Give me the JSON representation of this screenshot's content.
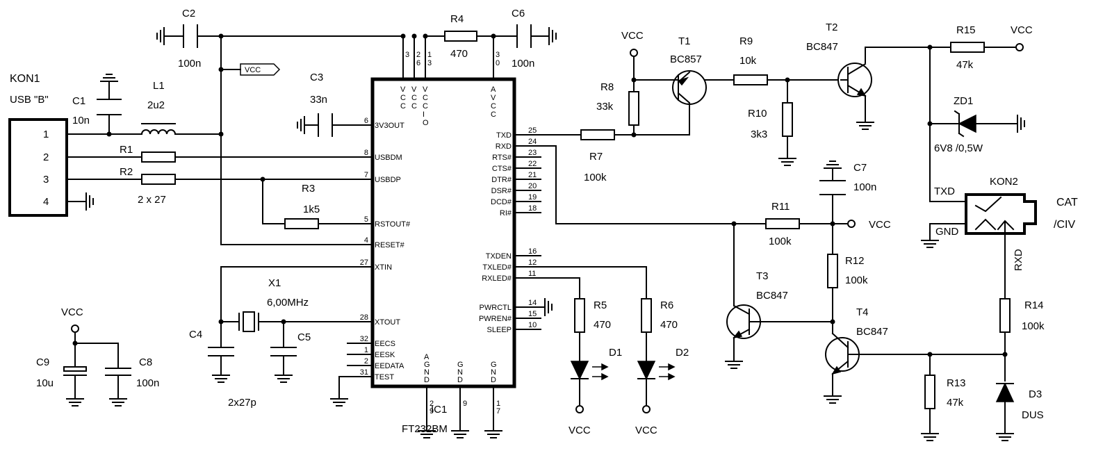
{
  "title": "",
  "connectors": {
    "kon1": {
      "name": "KON1",
      "type": "USB \"B\"",
      "pins": [
        "1",
        "2",
        "3",
        "4"
      ]
    },
    "kon2": {
      "name": "KON2",
      "label": "CAT",
      "label2": "/CIV",
      "txd": "TXD",
      "gnd": "GND",
      "rxd": "RXD"
    }
  },
  "supply": {
    "vcc": "VCC"
  },
  "ic": {
    "ref": "IC1",
    "part": "FT232BM",
    "top_pins": [
      {
        "num": "3",
        "name": "VCC"
      },
      {
        "num": "26",
        "name": "VCC"
      },
      {
        "num": "13",
        "name": "VCCIO"
      },
      {
        "num": "30",
        "name": "AVCC"
      }
    ],
    "left_pins": [
      {
        "num": "6",
        "name": "3V3OUT"
      },
      {
        "num": "8",
        "name": "USBDM"
      },
      {
        "num": "7",
        "name": "USBDP"
      },
      {
        "num": "5",
        "name": "RSTOUT#"
      },
      {
        "num": "4",
        "name": "RESET#"
      },
      {
        "num": "27",
        "name": "XTIN"
      },
      {
        "num": "28",
        "name": "XTOUT"
      },
      {
        "num": "32",
        "name": "EECS"
      },
      {
        "num": "1",
        "name": "EESK"
      },
      {
        "num": "2",
        "name": "EEDATA"
      },
      {
        "num": "31",
        "name": "TEST"
      }
    ],
    "right_pins": [
      {
        "num": "25",
        "name": "TXD"
      },
      {
        "num": "24",
        "name": "RXD"
      },
      {
        "num": "23",
        "name": "RTS#"
      },
      {
        "num": "22",
        "name": "CTS#"
      },
      {
        "num": "21",
        "name": "DTR#"
      },
      {
        "num": "20",
        "name": "DSR#"
      },
      {
        "num": "19",
        "name": "DCD#"
      },
      {
        "num": "18",
        "name": "RI#"
      },
      {
        "num": "16",
        "name": "TXDEN"
      },
      {
        "num": "12",
        "name": "TXLED#"
      },
      {
        "num": "11",
        "name": "RXLED#"
      },
      {
        "num": "14",
        "name": "PWRCTL"
      },
      {
        "num": "15",
        "name": "PWREN#"
      },
      {
        "num": "10",
        "name": "SLEEP"
      }
    ],
    "bottom_pins": [
      {
        "num": "29",
        "name": "AGND"
      },
      {
        "num": "9",
        "name": "GND"
      },
      {
        "num": "17",
        "name": "GND"
      }
    ]
  },
  "capacitors": [
    {
      "ref": "C1",
      "value": "10n"
    },
    {
      "ref": "C2",
      "value": "100n"
    },
    {
      "ref": "C3",
      "value": "33n"
    },
    {
      "ref": "C4",
      "value": ""
    },
    {
      "ref": "C5",
      "value": "2x27p"
    },
    {
      "ref": "C6",
      "value": "100n"
    },
    {
      "ref": "C7",
      "value": "100n"
    },
    {
      "ref": "C8",
      "value": "100n"
    },
    {
      "ref": "C9",
      "value": "10u"
    }
  ],
  "resistors": [
    {
      "ref": "R1",
      "value": ""
    },
    {
      "ref": "R2",
      "value": "2 x 27"
    },
    {
      "ref": "R3",
      "value": "1k5"
    },
    {
      "ref": "R4",
      "value": "470"
    },
    {
      "ref": "R5",
      "value": "470"
    },
    {
      "ref": "R6",
      "value": "470"
    },
    {
      "ref": "R7",
      "value": "100k"
    },
    {
      "ref": "R8",
      "value": "33k"
    },
    {
      "ref": "R9",
      "value": "10k"
    },
    {
      "ref": "R10",
      "value": "3k3"
    },
    {
      "ref": "R11",
      "value": "100k"
    },
    {
      "ref": "R12",
      "value": "100k"
    },
    {
      "ref": "R13",
      "value": "47k"
    },
    {
      "ref": "R14",
      "value": "100k"
    },
    {
      "ref": "R15",
      "value": "47k"
    }
  ],
  "inductor": {
    "ref": "L1",
    "value": "2u2"
  },
  "crystal": {
    "ref": "X1",
    "value": "6,00MHz"
  },
  "transistors": [
    {
      "ref": "T1",
      "part": "BC857"
    },
    {
      "ref": "T2",
      "part": "BC847"
    },
    {
      "ref": "T3",
      "part": "BC847"
    },
    {
      "ref": "T4",
      "part": "BC847"
    }
  ],
  "diodes": [
    {
      "ref": "D1",
      "part": ""
    },
    {
      "ref": "D2",
      "part": ""
    },
    {
      "ref": "D3",
      "part": "DUS"
    },
    {
      "ref": "ZD1",
      "part": "6V8 /0,5W"
    }
  ]
}
